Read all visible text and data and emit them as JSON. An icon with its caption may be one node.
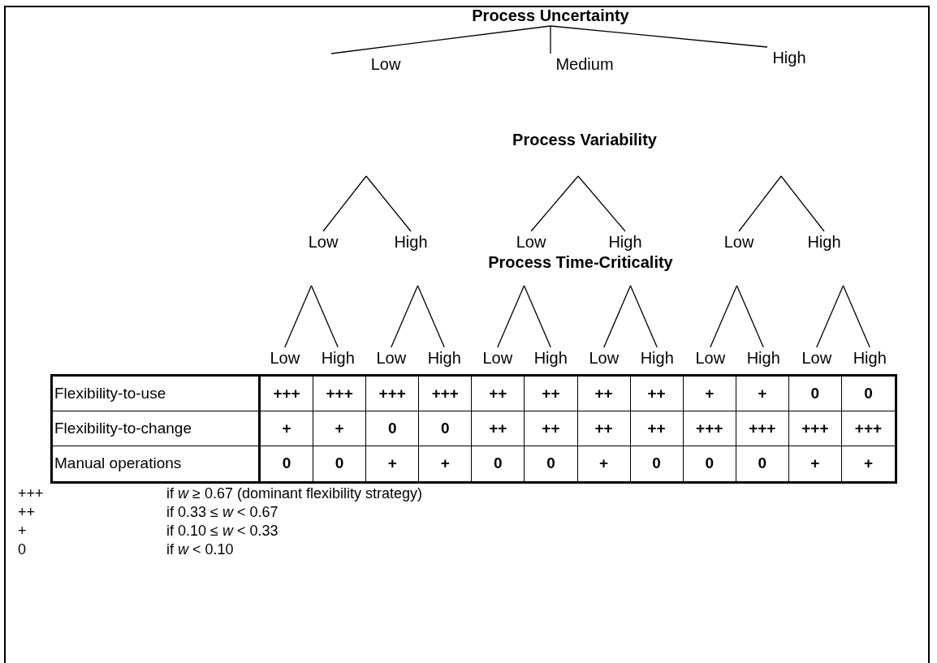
{
  "diagram": {
    "nodes": [
      {
        "text": [
          "Process Uncertainty"
        ]
      },
      {
        "text": [
          "Low"
        ]
      },
      {
        "text": [
          "Medium"
        ]
      },
      {
        "text": [
          "High"
        ]
      },
      {
        "text": [
          "Low"
        ]
      },
      {
        "text": [
          "High"
        ]
      },
      {
        "text": [
          "Low"
        ]
      },
      {
        "text": [
          "High"
        ]
      },
      {
        "text": [
          "Low"
        ]
      },
      {
        "text": [
          "High"
        ]
      },
      {
        "text": [
          "Low"
        ]
      },
      {
        "text": [
          "High"
        ]
      },
      {
        "text": [
          "Low"
        ]
      },
      {
        "text": [
          "High"
        ]
      },
      {
        "text": [
          "Low"
        ]
      },
      {
        "text": [
          "High"
        ]
      },
      {
        "text": [
          "Low"
        ]
      },
      {
        "text": [
          "High"
        ]
      },
      {
        "text": [
          "Low"
        ]
      },
      {
        "text": [
          "High"
        ]
      },
      {
        "text": [
          "Low"
        ]
      },
      {
        "text": [
          "High"
        ]
      }
    ],
    "edges": [
      {
        "from": 0,
        "to": 1,
        "arrow": "none"
      },
      {
        "from": 0,
        "to": 2,
        "arrow": "none"
      },
      {
        "from": 0,
        "to": 3,
        "arrow": "none"
      },
      {
        "from": null,
        "to": 4,
        "arrow": "none"
      },
      {
        "from": null,
        "to": 5,
        "arrow": "none"
      },
      {
        "from": null,
        "to": 6,
        "arrow": "none"
      },
      {
        "from": null,
        "to": 7,
        "arrow": "none"
      },
      {
        "from": null,
        "to": 8,
        "arrow": "none"
      },
      {
        "from": null,
        "to": 9,
        "arrow": "none"
      },
      {
        "from": null,
        "to": 10,
        "arrow": "none"
      },
      {
        "from": null,
        "to": 11,
        "arrow": "none"
      },
      {
        "from": null,
        "to": 12,
        "arrow": "none"
      },
      {
        "from": null,
        "to": 13,
        "arrow": "none"
      },
      {
        "from": null,
        "to": 14,
        "arrow": "none"
      },
      {
        "from": null,
        "to": 15,
        "arrow": "none"
      },
      {
        "from": null,
        "to": 16,
        "arrow": "none"
      },
      {
        "from": null,
        "to": 17,
        "arrow": "none"
      },
      {
        "from": null,
        "to": 18,
        "arrow": "none"
      },
      {
        "from": null,
        "to": 19,
        "arrow": "none"
      },
      {
        "from": null,
        "to": 20,
        "arrow": "none"
      },
      {
        "from": null,
        "to": 21,
        "arrow": "none"
      }
    ],
    "labels": [
      "Process Variability",
      "Process Time-Criticality",
      "Flexibility-to-use",
      "+++",
      "+++",
      "+++",
      "+++",
      "++",
      "++",
      "++",
      "++",
      "+",
      "+",
      "0",
      "0",
      "Flexibility-to-change",
      "+",
      "+",
      "0",
      "0",
      "++",
      "++",
      "++",
      "++",
      "+++",
      "+++",
      "+++",
      "+++",
      "Manual operations",
      "0",
      "0",
      "+",
      "+",
      "0",
      "0",
      "+",
      "0",
      "0",
      "0",
      "+",
      "+",
      "+++",
      "if *w* ≥ 0.67 (dominant flexibility strategy)",
      "++",
      "if 0.33 ≤ *w* < 0.67",
      "+",
      "if 0.10 ≤ *w* < 0.33",
      "0",
      "if *w* < 0.10"
    ]
  }
}
